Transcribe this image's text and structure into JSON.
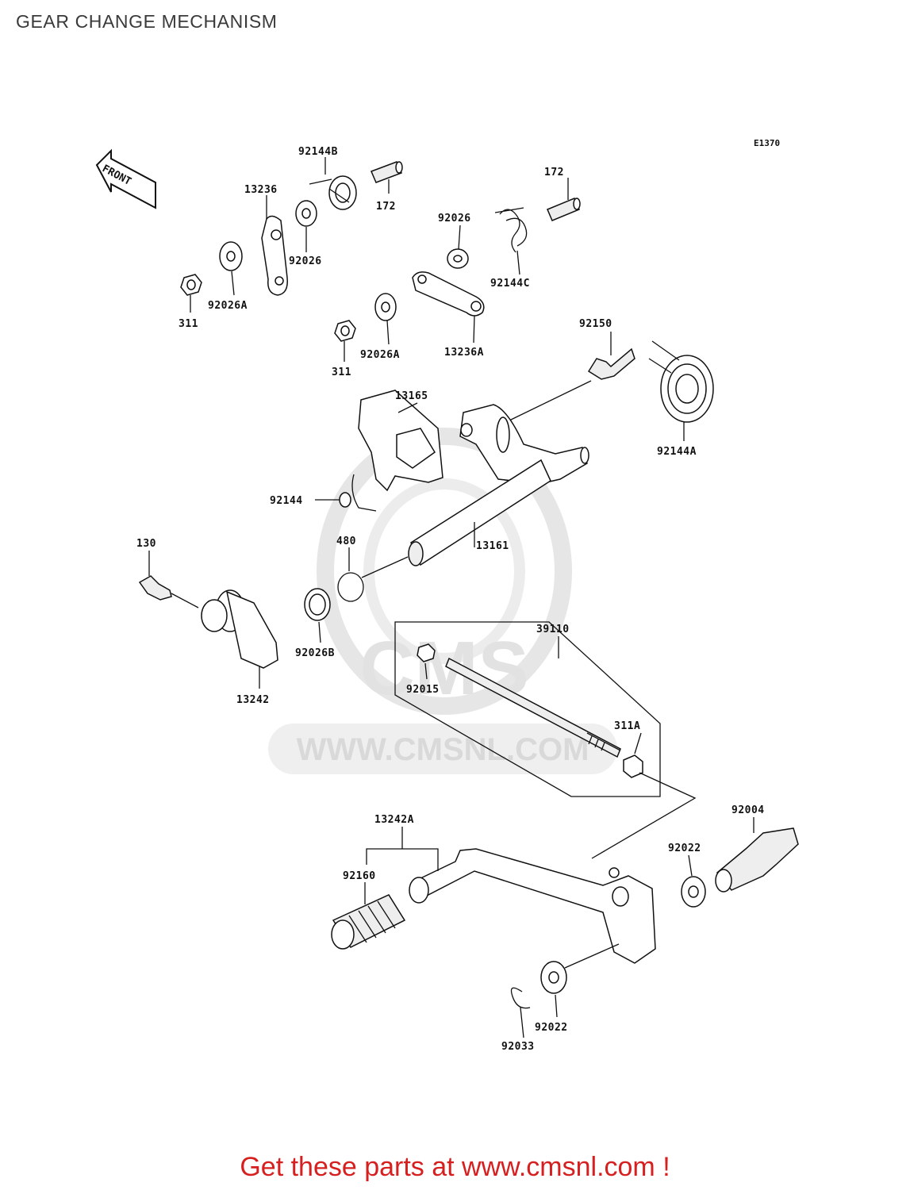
{
  "title": "GEAR CHANGE MECHANISM",
  "diagram_code": "E1370",
  "front_indicator": "FRONT",
  "watermark": {
    "brand": "CMS",
    "url": "WWW.CMSNL.COM"
  },
  "parts": {
    "p92144B": "92144B",
    "p172a": "172",
    "p172b": "172",
    "p13236": "13236",
    "p92026a": "92026",
    "p92026b": "92026",
    "p92144C": "92144C",
    "p92026Aa": "92026A",
    "p311a": "311",
    "p92026Ab": "92026A",
    "p311b": "311",
    "p13236A": "13236A",
    "p92150": "92150",
    "p13165": "13165",
    "p92144A": "92144A",
    "p92144": "92144",
    "p130": "130",
    "p480": "480",
    "p13161": "13161",
    "p92026B": "92026B",
    "p39110": "39110",
    "p13242": "13242",
    "p92015": "92015",
    "p311A": "311A",
    "p13242A": "13242A",
    "p92004": "92004",
    "p92160": "92160",
    "p92022a": "92022",
    "p92022b": "92022",
    "p92033": "92033"
  },
  "footer": "Get these parts at www.cmsnl.com !"
}
